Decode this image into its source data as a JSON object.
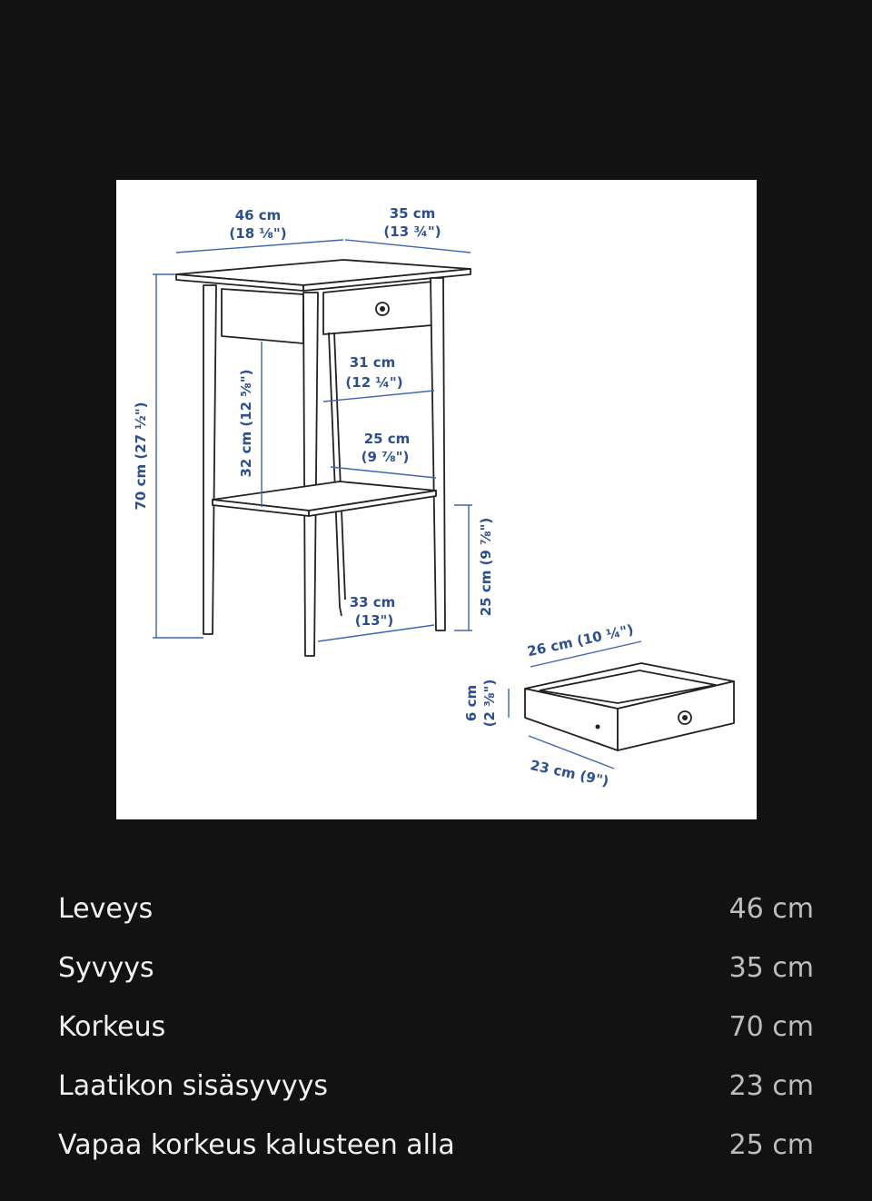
{
  "drawing": {
    "dims": {
      "width": "46 cm",
      "width_in": "(18 ⅛\")",
      "depth": "35 cm",
      "depth_in": "(13 ¾\")",
      "height": "70 cm (27 ½\")",
      "shelf_gap": "32 cm (12 ⅝\")",
      "inner_w1": "31 cm",
      "inner_w1_in": "(12 ¼\")",
      "inner_w2": "25 cm",
      "inner_w2_in": "(9 ⅞\")",
      "under_height": "25 cm (9 ⅞\")",
      "bottom_depth": "33 cm",
      "bottom_depth_in": "(13\")",
      "drawer_width": "26 cm (10 ¼\")",
      "drawer_height": "6 cm",
      "drawer_height_in": "(2 ⅜\")",
      "drawer_depth": "23 cm (9\")"
    }
  },
  "specs": [
    {
      "label": "Leveys",
      "value": "46 cm"
    },
    {
      "label": "Syvyys",
      "value": "35 cm"
    },
    {
      "label": "Korkeus",
      "value": "70 cm"
    },
    {
      "label": "Laatikon sisäsyvyys",
      "value": "23 cm"
    },
    {
      "label": "Vapaa korkeus kalusteen alla",
      "value": "25 cm"
    }
  ]
}
